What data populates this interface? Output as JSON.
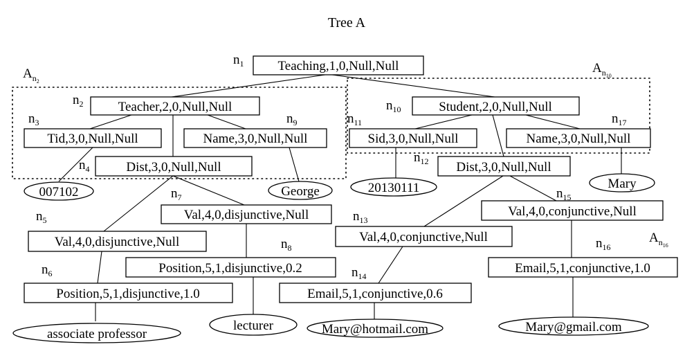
{
  "title": "Tree A",
  "nodes": {
    "n1": {
      "id": "n",
      "sub": "1",
      "label": "Teaching,1,0,Null,Null"
    },
    "n2": {
      "id": "n",
      "sub": "2",
      "label": "Teacher,2,0,Null,Null"
    },
    "n3": {
      "id": "n",
      "sub": "3",
      "label": "Tid,3,0,Null,Null"
    },
    "n4": {
      "id": "n",
      "sub": "4",
      "label": "Dist,3,0,Null,Null"
    },
    "n5": {
      "id": "n",
      "sub": "5",
      "label": "Val,4,0,disjunctive,Null"
    },
    "n6": {
      "id": "n",
      "sub": "6",
      "label": "Position,5,1,disjunctive,1.0"
    },
    "n7": {
      "id": "n",
      "sub": "7",
      "label": "Val,4,0,disjunctive,Null"
    },
    "n8": {
      "id": "n",
      "sub": "8",
      "label": "Position,5,1,disjunctive,0.2"
    },
    "n9": {
      "id": "n",
      "sub": "9",
      "label": "Name,3,0,Null,Null"
    },
    "n10": {
      "id": "n",
      "sub": "10",
      "label": "Student,2,0,Null,Null"
    },
    "n11": {
      "id": "n",
      "sub": "11",
      "label": "Sid,3,0,Null,Null"
    },
    "n12": {
      "id": "n",
      "sub": "12",
      "label": "Dist,3,0,Null,Null"
    },
    "n13": {
      "id": "n",
      "sub": "13",
      "label": "Val,4,0,conjunctive,Null"
    },
    "n14": {
      "id": "n",
      "sub": "14",
      "label": "Email,5,1,conjunctive,0.6"
    },
    "n15": {
      "id": "n",
      "sub": "15",
      "label": "Val,4,0,conjunctive,Null"
    },
    "n16": {
      "id": "n",
      "sub": "16",
      "label": "Email,5,1,conjunctive,1.0"
    },
    "n17": {
      "id": "n",
      "sub": "17",
      "label": "Name,3,0,Null,Null"
    }
  },
  "values": {
    "v1": "007102",
    "v2": "George",
    "v3": "associate professor",
    "v4": "lecturer",
    "v5": "20130111",
    "v6": "Mary",
    "v7": "Mary@hotmail.com",
    "v8": "Mary@gmail.com"
  },
  "subtrees": {
    "a2": {
      "letter": "A",
      "sub": "n",
      "subsub": "2"
    },
    "a10": {
      "letter": "A",
      "sub": "n",
      "subsub": "10"
    },
    "a16": {
      "letter": "A",
      "sub": "n",
      "subsub": "16"
    }
  }
}
